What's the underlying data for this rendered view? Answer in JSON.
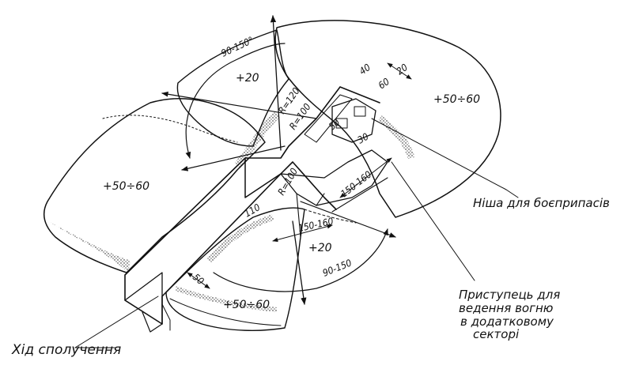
{
  "diagram": {
    "labels": {
      "top_height": "+20",
      "bottom_height": "+20",
      "right_parapet": "+50÷60",
      "left_parapet": "+50÷60",
      "bottom_parapet": "+50÷60",
      "niche": "Ніша для боєприпасів",
      "step_line1": "Приступець для",
      "step_line2": "ведення вогню",
      "step_line3": "в додатковому",
      "step_line4": "секторі",
      "passage": "Хід сполучення"
    },
    "dimensions": {
      "top_sector": "90-150°",
      "bottom_sector": "90-150",
      "d20": "20",
      "d40": "40",
      "d60": "60",
      "d50_top": "50",
      "d30": "30",
      "r120": "R=120",
      "r100": "R=100",
      "r100_b": "R=100",
      "d150_160_a": "150-160",
      "d150_160_b": "150-160",
      "d110": "110",
      "d50_bottom": "50"
    }
  }
}
